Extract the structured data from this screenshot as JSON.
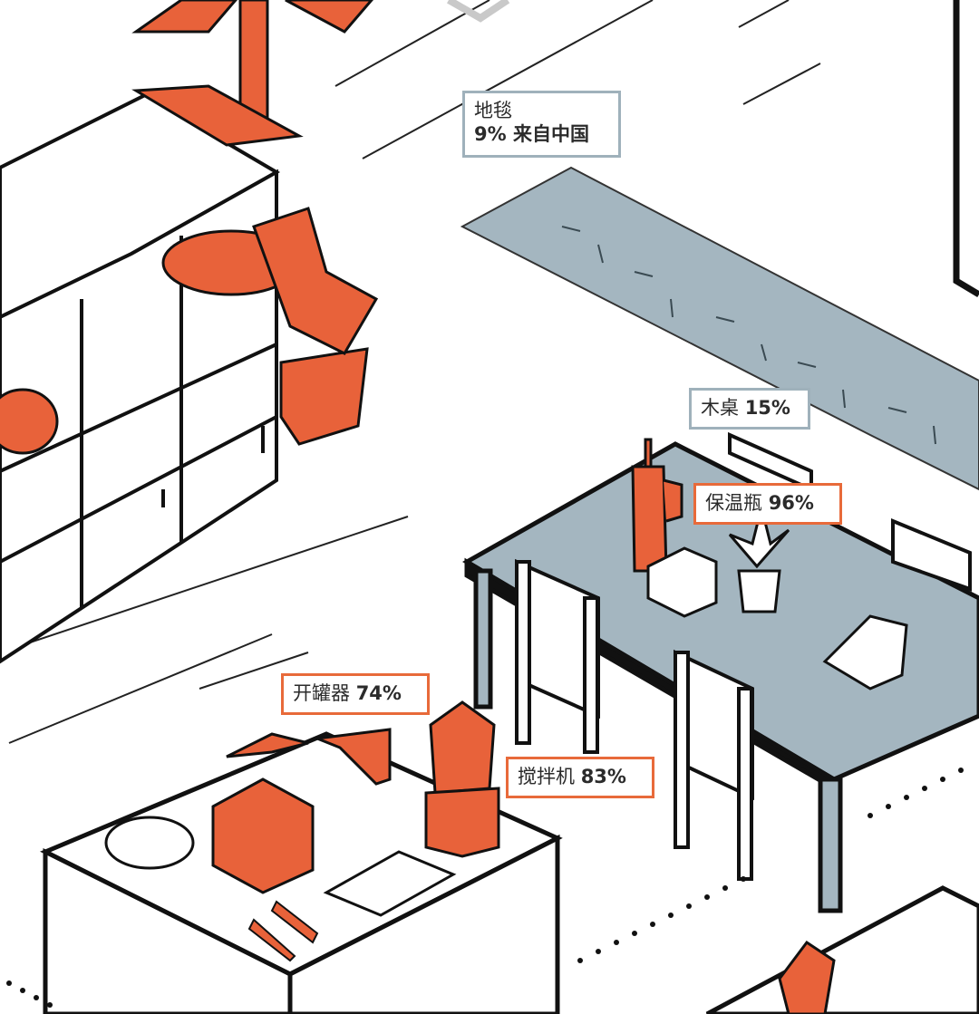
{
  "labels": {
    "rug": {
      "name": "地毯",
      "stat": "9% 来自中国"
    },
    "table": {
      "name": "木桌",
      "pct": "15%"
    },
    "flask": {
      "name": "保温瓶",
      "pct": "96%"
    },
    "opener": {
      "name": "开罐器",
      "pct": "74%"
    },
    "blender": {
      "name": "搅拌机",
      "pct": "83%"
    }
  },
  "colors": {
    "highlight": "#e8623a",
    "muted": "#a4b6c0",
    "ink": "#111111"
  }
}
